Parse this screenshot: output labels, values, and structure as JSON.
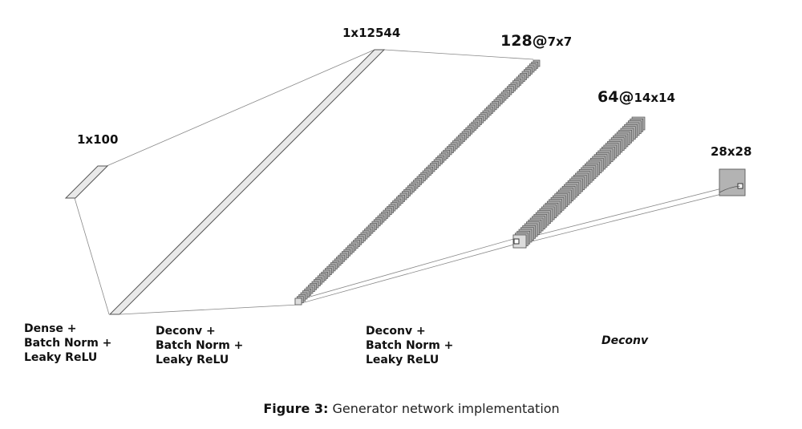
{
  "layers": {
    "input": {
      "label": "1x100"
    },
    "dense": {
      "label": "1x12544"
    },
    "conv1": {
      "count": "128",
      "at": "@",
      "size": "7x7"
    },
    "conv2": {
      "count": "64",
      "at": "@",
      "size": "14x14"
    },
    "output": {
      "label": "28x28"
    }
  },
  "operations": [
    [
      "Dense +",
      "Batch Norm +",
      "Leaky ReLU"
    ],
    [
      "Deconv +",
      "Batch Norm +",
      "Leaky ReLU"
    ],
    [
      "Deconv +",
      "Batch Norm +",
      "Leaky ReLU"
    ],
    [
      "Deconv"
    ]
  ],
  "caption": {
    "prefix": "Figure 3:",
    "text": "Generator network implementation"
  },
  "colors": {
    "plate_fill": "#e9e9e9",
    "stack_fill": "#b0b0b0",
    "edge": "#555555",
    "output_fill": "#b3b3b3"
  }
}
